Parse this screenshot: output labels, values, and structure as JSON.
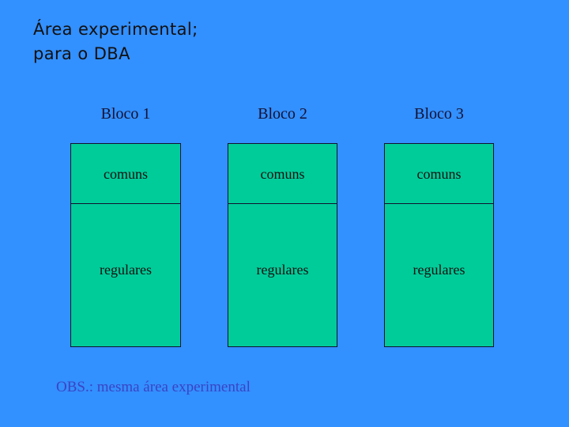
{
  "slide": {
    "background_color": "#3390FF",
    "title": {
      "line1": "Área experimental;",
      "line2": "para o DBA"
    },
    "footer_note": "OBS.: mesma área experimental",
    "footer_note_color": "#3A44C4"
  },
  "diagram": {
    "box_fill_color": "#00CC99",
    "box_border_color": "#12122E",
    "blocks": [
      {
        "header": "Bloco 1",
        "top_label": "comuns",
        "bottom_label": "regulares"
      },
      {
        "header": "Bloco 2",
        "top_label": "comuns",
        "bottom_label": "regulares"
      },
      {
        "header": "Bloco 3",
        "top_label": "comuns",
        "bottom_label": "regulares"
      }
    ]
  }
}
